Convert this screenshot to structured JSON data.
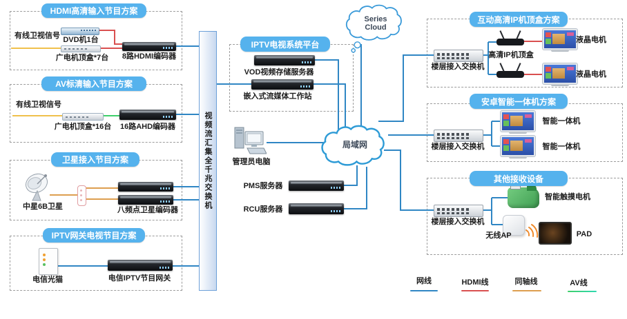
{
  "colors": {
    "net_line": "#2f86c4",
    "hdmi_line": "#d94f4f",
    "coax_line": "#dd9e4e",
    "av_line": "#3ecf6a",
    "signal_line": "#f0c04a",
    "title_bg": "#55b2ed",
    "cloud_stroke": "#3a9ad9"
  },
  "core_switch_label": "视频流汇集全千兆交换机",
  "clouds": {
    "wan": "Series Cloud",
    "lan": "局域网"
  },
  "groups": {
    "hdmi": {
      "title": "HDMI高清输入节目方案",
      "signal": "有线卫视信号",
      "dvd": "DVD机1台",
      "stb": "广电机顶盒*7台",
      "encoder": "8路HDMI编码器"
    },
    "av": {
      "title": "AV标清输入节目方案",
      "signal": "有线卫视信号",
      "stb": "广电机顶盒*16台",
      "encoder": "16路AHD编码器"
    },
    "sat": {
      "title": "卫星接入节目方案",
      "dish": "中星6B卫星",
      "encoder": "八频点卫星编码器"
    },
    "gateway": {
      "title": "IPTV网关电视节目方案",
      "modem": "电信光猫",
      "gw": "电信IPTV节目网关"
    },
    "platform": {
      "title": "IPTV电视系统平台",
      "vod": "VOD视频存储服务器",
      "workstation": "嵌入式流媒体工作站"
    },
    "stb_plan": {
      "title": "互动高清IP机顶盒方案",
      "switch": "楼层接入交换机",
      "stb": "高清IP机顶盒",
      "tv1": "液晶电机",
      "tv2": "液晶电机"
    },
    "android": {
      "title": "安卓智能一体机方案",
      "switch": "楼层接入交换机",
      "tv1": "智能一体机",
      "tv2": "智能一体机"
    },
    "other": {
      "title": "其他接收设备",
      "switch": "楼层接入交换机",
      "touch": "智能触摸电机",
      "ap": "无线AP",
      "pad": "PAD"
    }
  },
  "center": {
    "admin_pc": "管理员电脑",
    "pms": "PMS服务器",
    "rcu": "RCU服务器"
  },
  "legend": [
    {
      "label": "网线",
      "color": "#2f86c4"
    },
    {
      "label": "HDMI线",
      "color": "#d94f4f"
    },
    {
      "label": "同轴线",
      "color": "#dd9e4e"
    },
    {
      "label": "AV线",
      "color": "#3ecf6a"
    }
  ]
}
